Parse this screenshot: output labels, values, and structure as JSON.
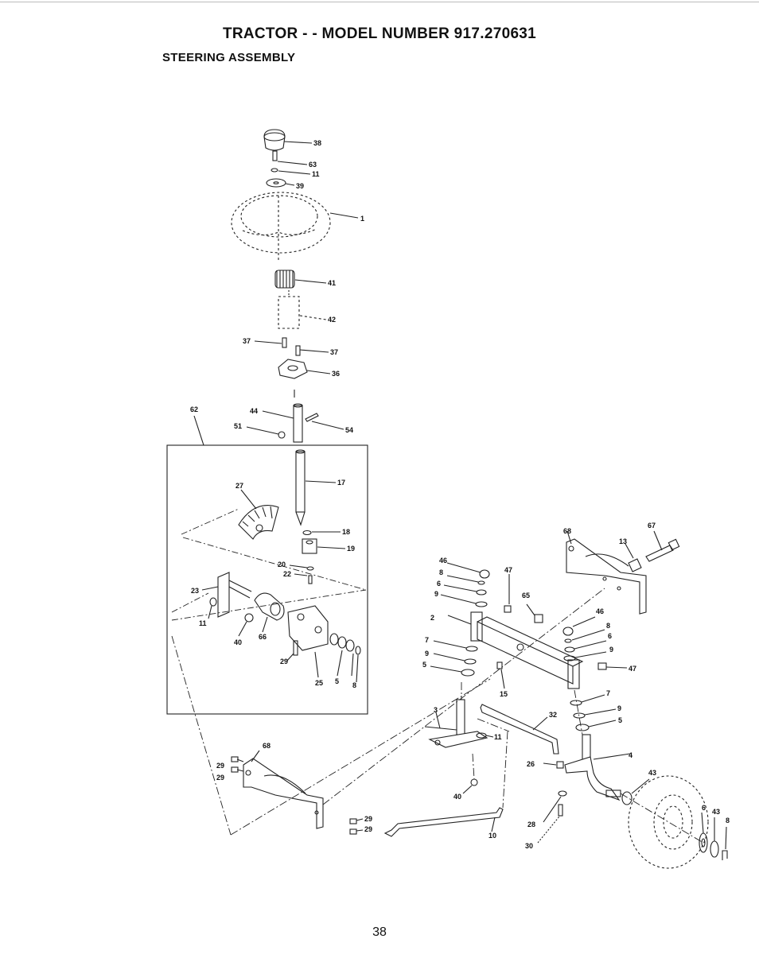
{
  "header": {
    "title": "TRACTOR - - MODEL NUMBER 917.270631",
    "subtitle": "STEERING ASSEMBLY"
  },
  "diagram": {
    "callouts": {
      "c38": "38",
      "c63": "63",
      "c11a": "11",
      "c39": "39",
      "c1": "1",
      "c41": "41",
      "c42": "42",
      "c37a": "37",
      "c37b": "37",
      "c36": "36",
      "c62": "62",
      "c44": "44",
      "c51": "51",
      "c54": "54",
      "c17": "17",
      "c27": "27",
      "c18": "18",
      "c19": "19",
      "c20": "20",
      "c22": "22",
      "c23": "23",
      "c11b": "11",
      "c40a": "40",
      "c66": "66",
      "c29a": "29",
      "c25": "25",
      "c5a": "5",
      "c8a": "8",
      "c68a": "68",
      "c13": "13",
      "c67": "67",
      "c46a": "46",
      "c8b": "8",
      "c6a": "6",
      "c9a": "9",
      "c47a": "47",
      "c65": "65",
      "c2": "2",
      "c7a": "7",
      "c9b": "9",
      "c5b": "5",
      "c15": "15",
      "c46b": "46",
      "c8c": "8",
      "c6b": "6",
      "c9c": "9",
      "c47b": "47",
      "c7b": "7",
      "c9d": "9",
      "c5c": "5",
      "c3": "3",
      "c32": "32",
      "c11c": "11",
      "c4": "4",
      "c26": "26",
      "c40b": "40",
      "c43a": "43",
      "c6c": "6",
      "c43b": "43",
      "c8d": "8",
      "c28": "28",
      "c30": "30",
      "c10": "10",
      "c68b": "68",
      "c29b": "29",
      "c29c": "29",
      "c29d": "29",
      "c29e": "29"
    }
  },
  "footer": {
    "page_number": "38"
  }
}
